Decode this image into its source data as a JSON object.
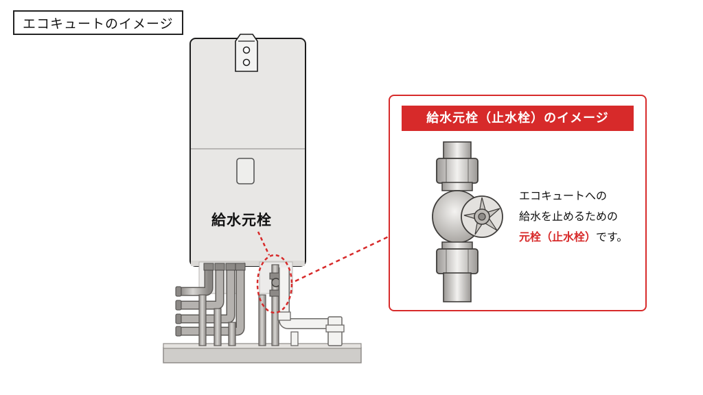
{
  "title": "エコキュートのイメージ",
  "valve_label": "給水元栓",
  "callout": {
    "title": "給水元栓（止水栓）のイメージ",
    "line1": "エコキュートへの",
    "line2": "給水を止めるための",
    "line3_accent": "元栓（止水栓）",
    "line3_rest": "です。"
  },
  "colors": {
    "accent": "#d72a2a",
    "unit_body": "#e8e7e5",
    "pipe": "#9d9a97",
    "ground": "#cfcdca"
  }
}
